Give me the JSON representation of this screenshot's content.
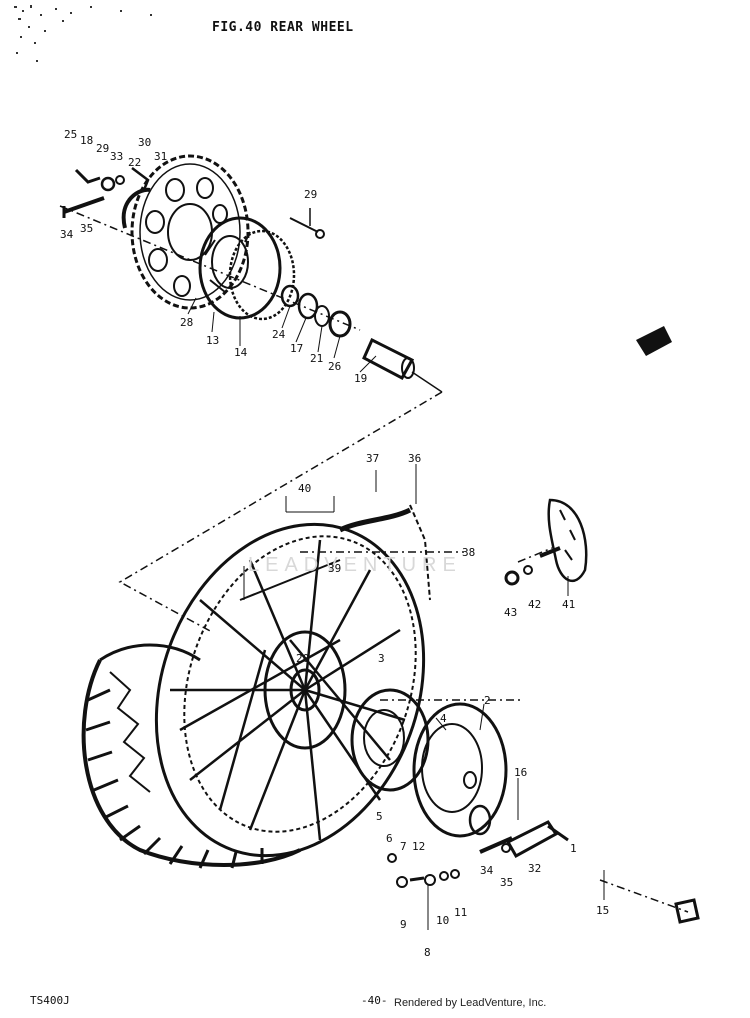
{
  "header": {
    "title": "FIG.40  REAR WHEEL"
  },
  "watermark": {
    "text": "LEADVENTURE"
  },
  "footer": {
    "code": "TS400J",
    "page": "-40-",
    "rendered_by": "Rendered by LeadVenture, Inc."
  },
  "callouts": [
    "25",
    "18",
    "29",
    "33",
    "30",
    "22",
    "31",
    "34",
    "35",
    "29",
    "28",
    "13",
    "14",
    "24",
    "17",
    "21",
    "26",
    "19",
    "37",
    "36",
    "40",
    "38",
    "39",
    "41",
    "42",
    "43",
    "20",
    "3",
    "2",
    "4",
    "16",
    "5",
    "6",
    "7",
    "12",
    "34",
    "35",
    "32",
    "1",
    "15",
    "9",
    "10",
    "11",
    "8"
  ]
}
